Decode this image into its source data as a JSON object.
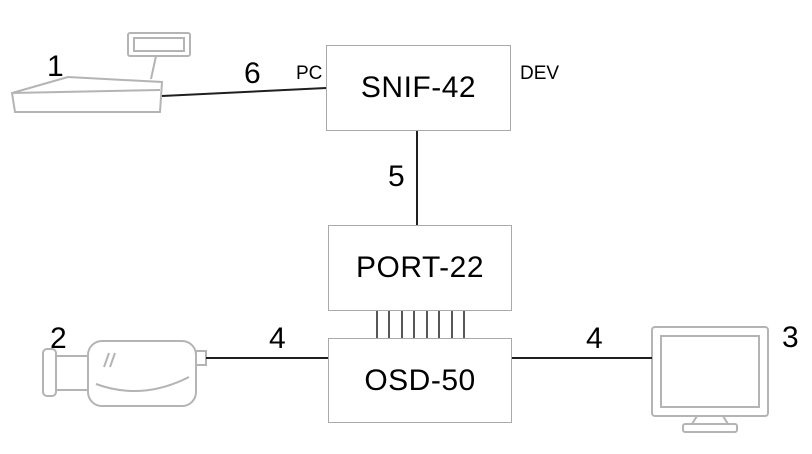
{
  "diagram": {
    "nodes": {
      "snif": {
        "label": "SNIF-42",
        "left_tag": "PC",
        "right_tag": "DEV"
      },
      "port": {
        "label": "PORT-22"
      },
      "osd": {
        "label": "OSD-50"
      }
    },
    "devices": {
      "cash_register": {
        "number": "1"
      },
      "camera": {
        "number": "2"
      },
      "monitor": {
        "number": "3"
      }
    },
    "links": {
      "register_to_snif": {
        "number": "6"
      },
      "snif_to_port": {
        "number": "5"
      },
      "camera_to_osd": {
        "number": "4"
      },
      "osd_to_monitor": {
        "number": "4"
      }
    },
    "colors": {
      "background": "#ffffff",
      "connection_line": "#1f1f1f",
      "box_border": "#a9a9a9",
      "device_outline": "#b4b4b4",
      "text": "#000000"
    }
  }
}
